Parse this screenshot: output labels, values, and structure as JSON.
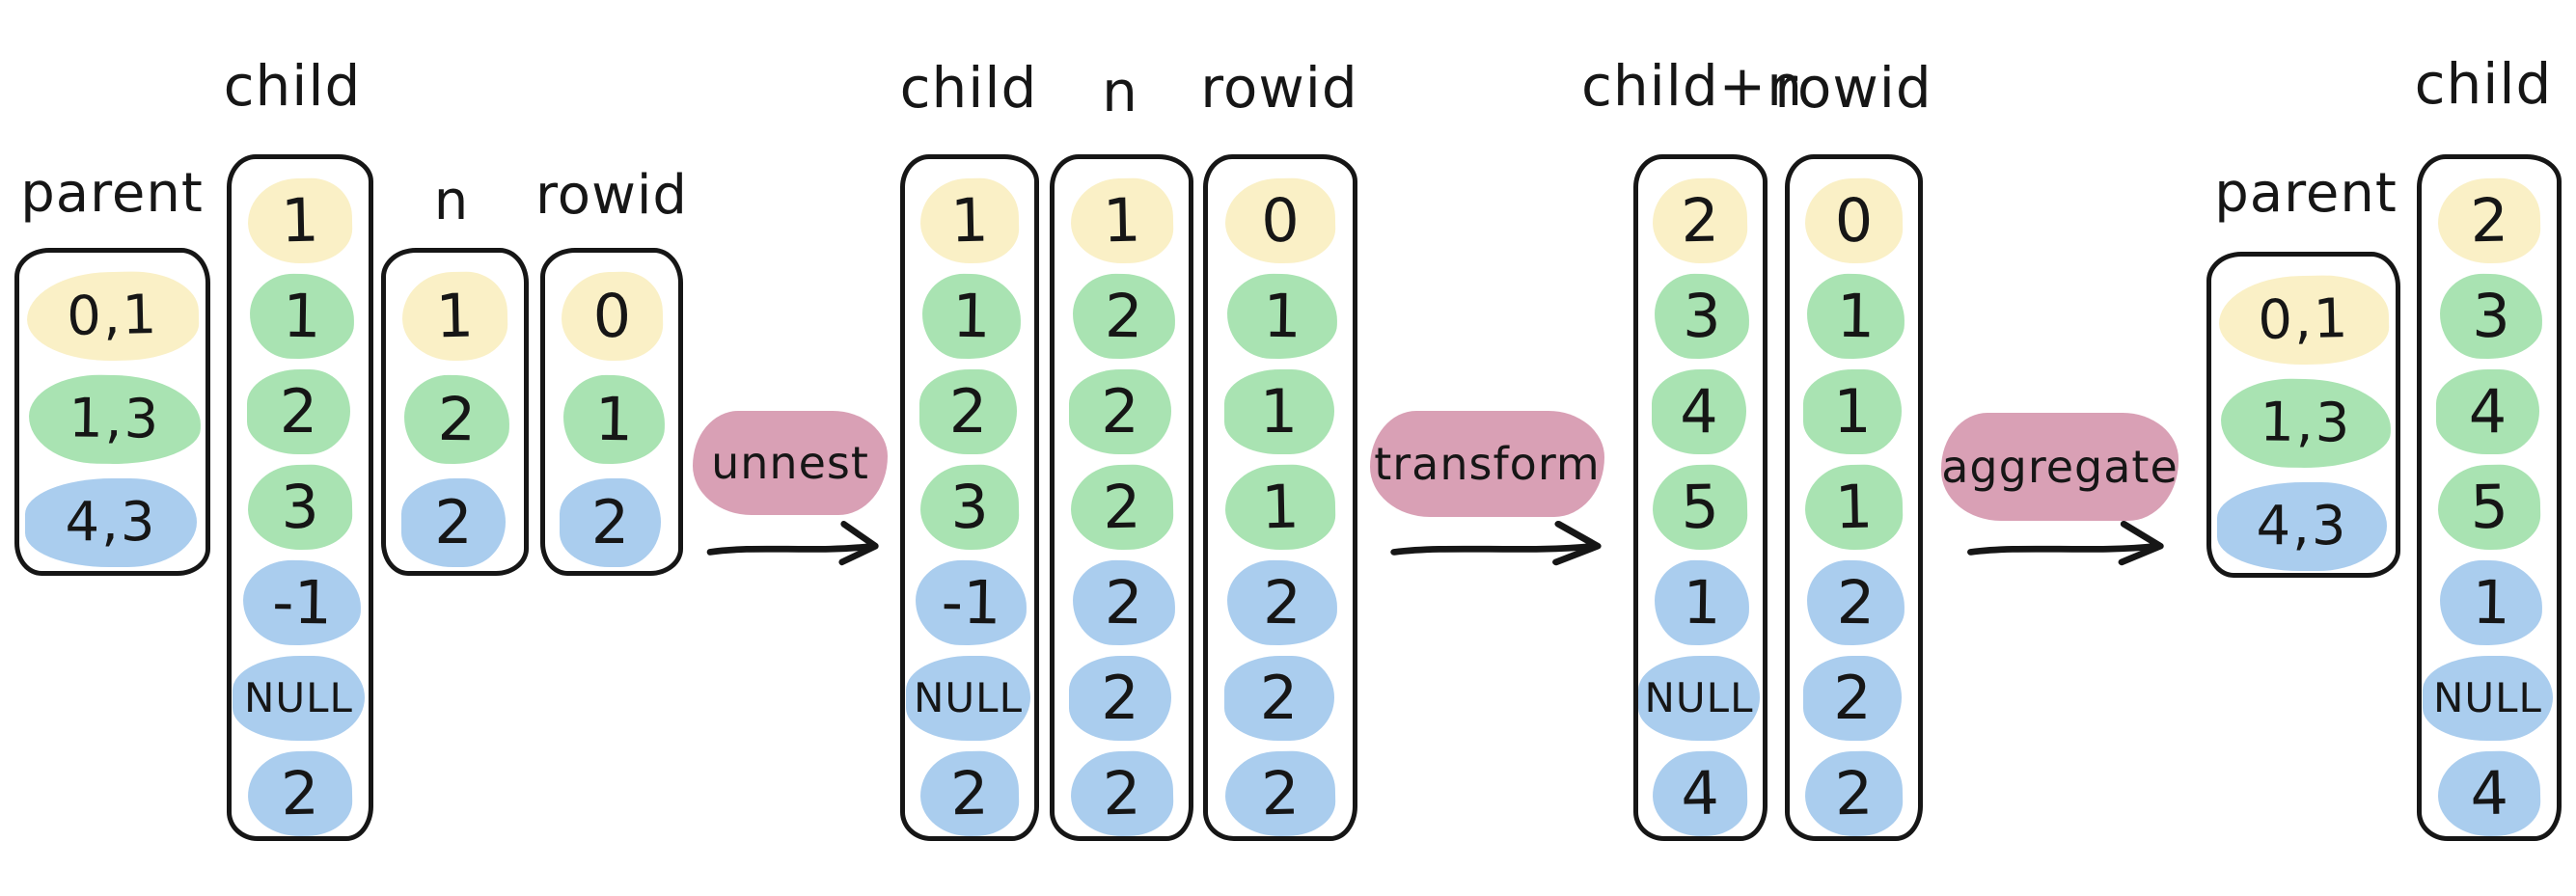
{
  "colors": {
    "yellow": "#faf0c6",
    "green": "#a9e3b2",
    "blue": "#aacdee",
    "pink": "#d9a0b5",
    "ink": "#161616",
    "background": "#ffffff"
  },
  "stages": [
    {
      "columns": [
        {
          "label": "parent",
          "cells": [
            {
              "text": "0,1",
              "color": "yellow"
            },
            {
              "text": "1,3",
              "color": "green"
            },
            {
              "text": "4,3",
              "color": "blue"
            }
          ]
        },
        {
          "label": "child",
          "cells": [
            {
              "text": "1",
              "color": "yellow"
            },
            {
              "text": "1",
              "color": "green"
            },
            {
              "text": "2",
              "color": "green"
            },
            {
              "text": "3",
              "color": "green"
            },
            {
              "text": "-1",
              "color": "blue"
            },
            {
              "text": "NULL",
              "color": "blue"
            },
            {
              "text": "2",
              "color": "blue"
            }
          ]
        },
        {
          "label": "n",
          "cells": [
            {
              "text": "1",
              "color": "yellow"
            },
            {
              "text": "2",
              "color": "green"
            },
            {
              "text": "2",
              "color": "blue"
            }
          ]
        },
        {
          "label": "rowid",
          "cells": [
            {
              "text": "0",
              "color": "yellow"
            },
            {
              "text": "1",
              "color": "green"
            },
            {
              "text": "2",
              "color": "blue"
            }
          ]
        }
      ]
    },
    {
      "columns": [
        {
          "label": "child",
          "cells": [
            {
              "text": "1",
              "color": "yellow"
            },
            {
              "text": "1",
              "color": "green"
            },
            {
              "text": "2",
              "color": "green"
            },
            {
              "text": "3",
              "color": "green"
            },
            {
              "text": "-1",
              "color": "blue"
            },
            {
              "text": "NULL",
              "color": "blue"
            },
            {
              "text": "2",
              "color": "blue"
            }
          ]
        },
        {
          "label": "n",
          "cells": [
            {
              "text": "1",
              "color": "yellow"
            },
            {
              "text": "2",
              "color": "green"
            },
            {
              "text": "2",
              "color": "green"
            },
            {
              "text": "2",
              "color": "green"
            },
            {
              "text": "2",
              "color": "blue"
            },
            {
              "text": "2",
              "color": "blue"
            },
            {
              "text": "2",
              "color": "blue"
            }
          ]
        },
        {
          "label": "rowid",
          "cells": [
            {
              "text": "0",
              "color": "yellow"
            },
            {
              "text": "1",
              "color": "green"
            },
            {
              "text": "1",
              "color": "green"
            },
            {
              "text": "1",
              "color": "green"
            },
            {
              "text": "2",
              "color": "blue"
            },
            {
              "text": "2",
              "color": "blue"
            },
            {
              "text": "2",
              "color": "blue"
            }
          ]
        }
      ]
    },
    {
      "columns": [
        {
          "label": "child+n",
          "cells": [
            {
              "text": "2",
              "color": "yellow"
            },
            {
              "text": "3",
              "color": "green"
            },
            {
              "text": "4",
              "color": "green"
            },
            {
              "text": "5",
              "color": "green"
            },
            {
              "text": "1",
              "color": "blue"
            },
            {
              "text": "NULL",
              "color": "blue"
            },
            {
              "text": "4",
              "color": "blue"
            }
          ]
        },
        {
          "label": "rowid",
          "cells": [
            {
              "text": "0",
              "color": "yellow"
            },
            {
              "text": "1",
              "color": "green"
            },
            {
              "text": "1",
              "color": "green"
            },
            {
              "text": "1",
              "color": "green"
            },
            {
              "text": "2",
              "color": "blue"
            },
            {
              "text": "2",
              "color": "blue"
            },
            {
              "text": "2",
              "color": "blue"
            }
          ]
        }
      ]
    },
    {
      "columns": [
        {
          "label": "parent",
          "cells": [
            {
              "text": "0,1",
              "color": "yellow"
            },
            {
              "text": "1,3",
              "color": "green"
            },
            {
              "text": "4,3",
              "color": "blue"
            }
          ]
        },
        {
          "label": "child",
          "cells": [
            {
              "text": "2",
              "color": "yellow"
            },
            {
              "text": "3",
              "color": "green"
            },
            {
              "text": "4",
              "color": "green"
            },
            {
              "text": "5",
              "color": "green"
            },
            {
              "text": "1",
              "color": "blue"
            },
            {
              "text": "NULL",
              "color": "blue"
            },
            {
              "text": "4",
              "color": "blue"
            }
          ]
        }
      ]
    }
  ],
  "transitions": [
    {
      "label": "unnest"
    },
    {
      "label": "transform"
    },
    {
      "label": "aggregate"
    }
  ]
}
